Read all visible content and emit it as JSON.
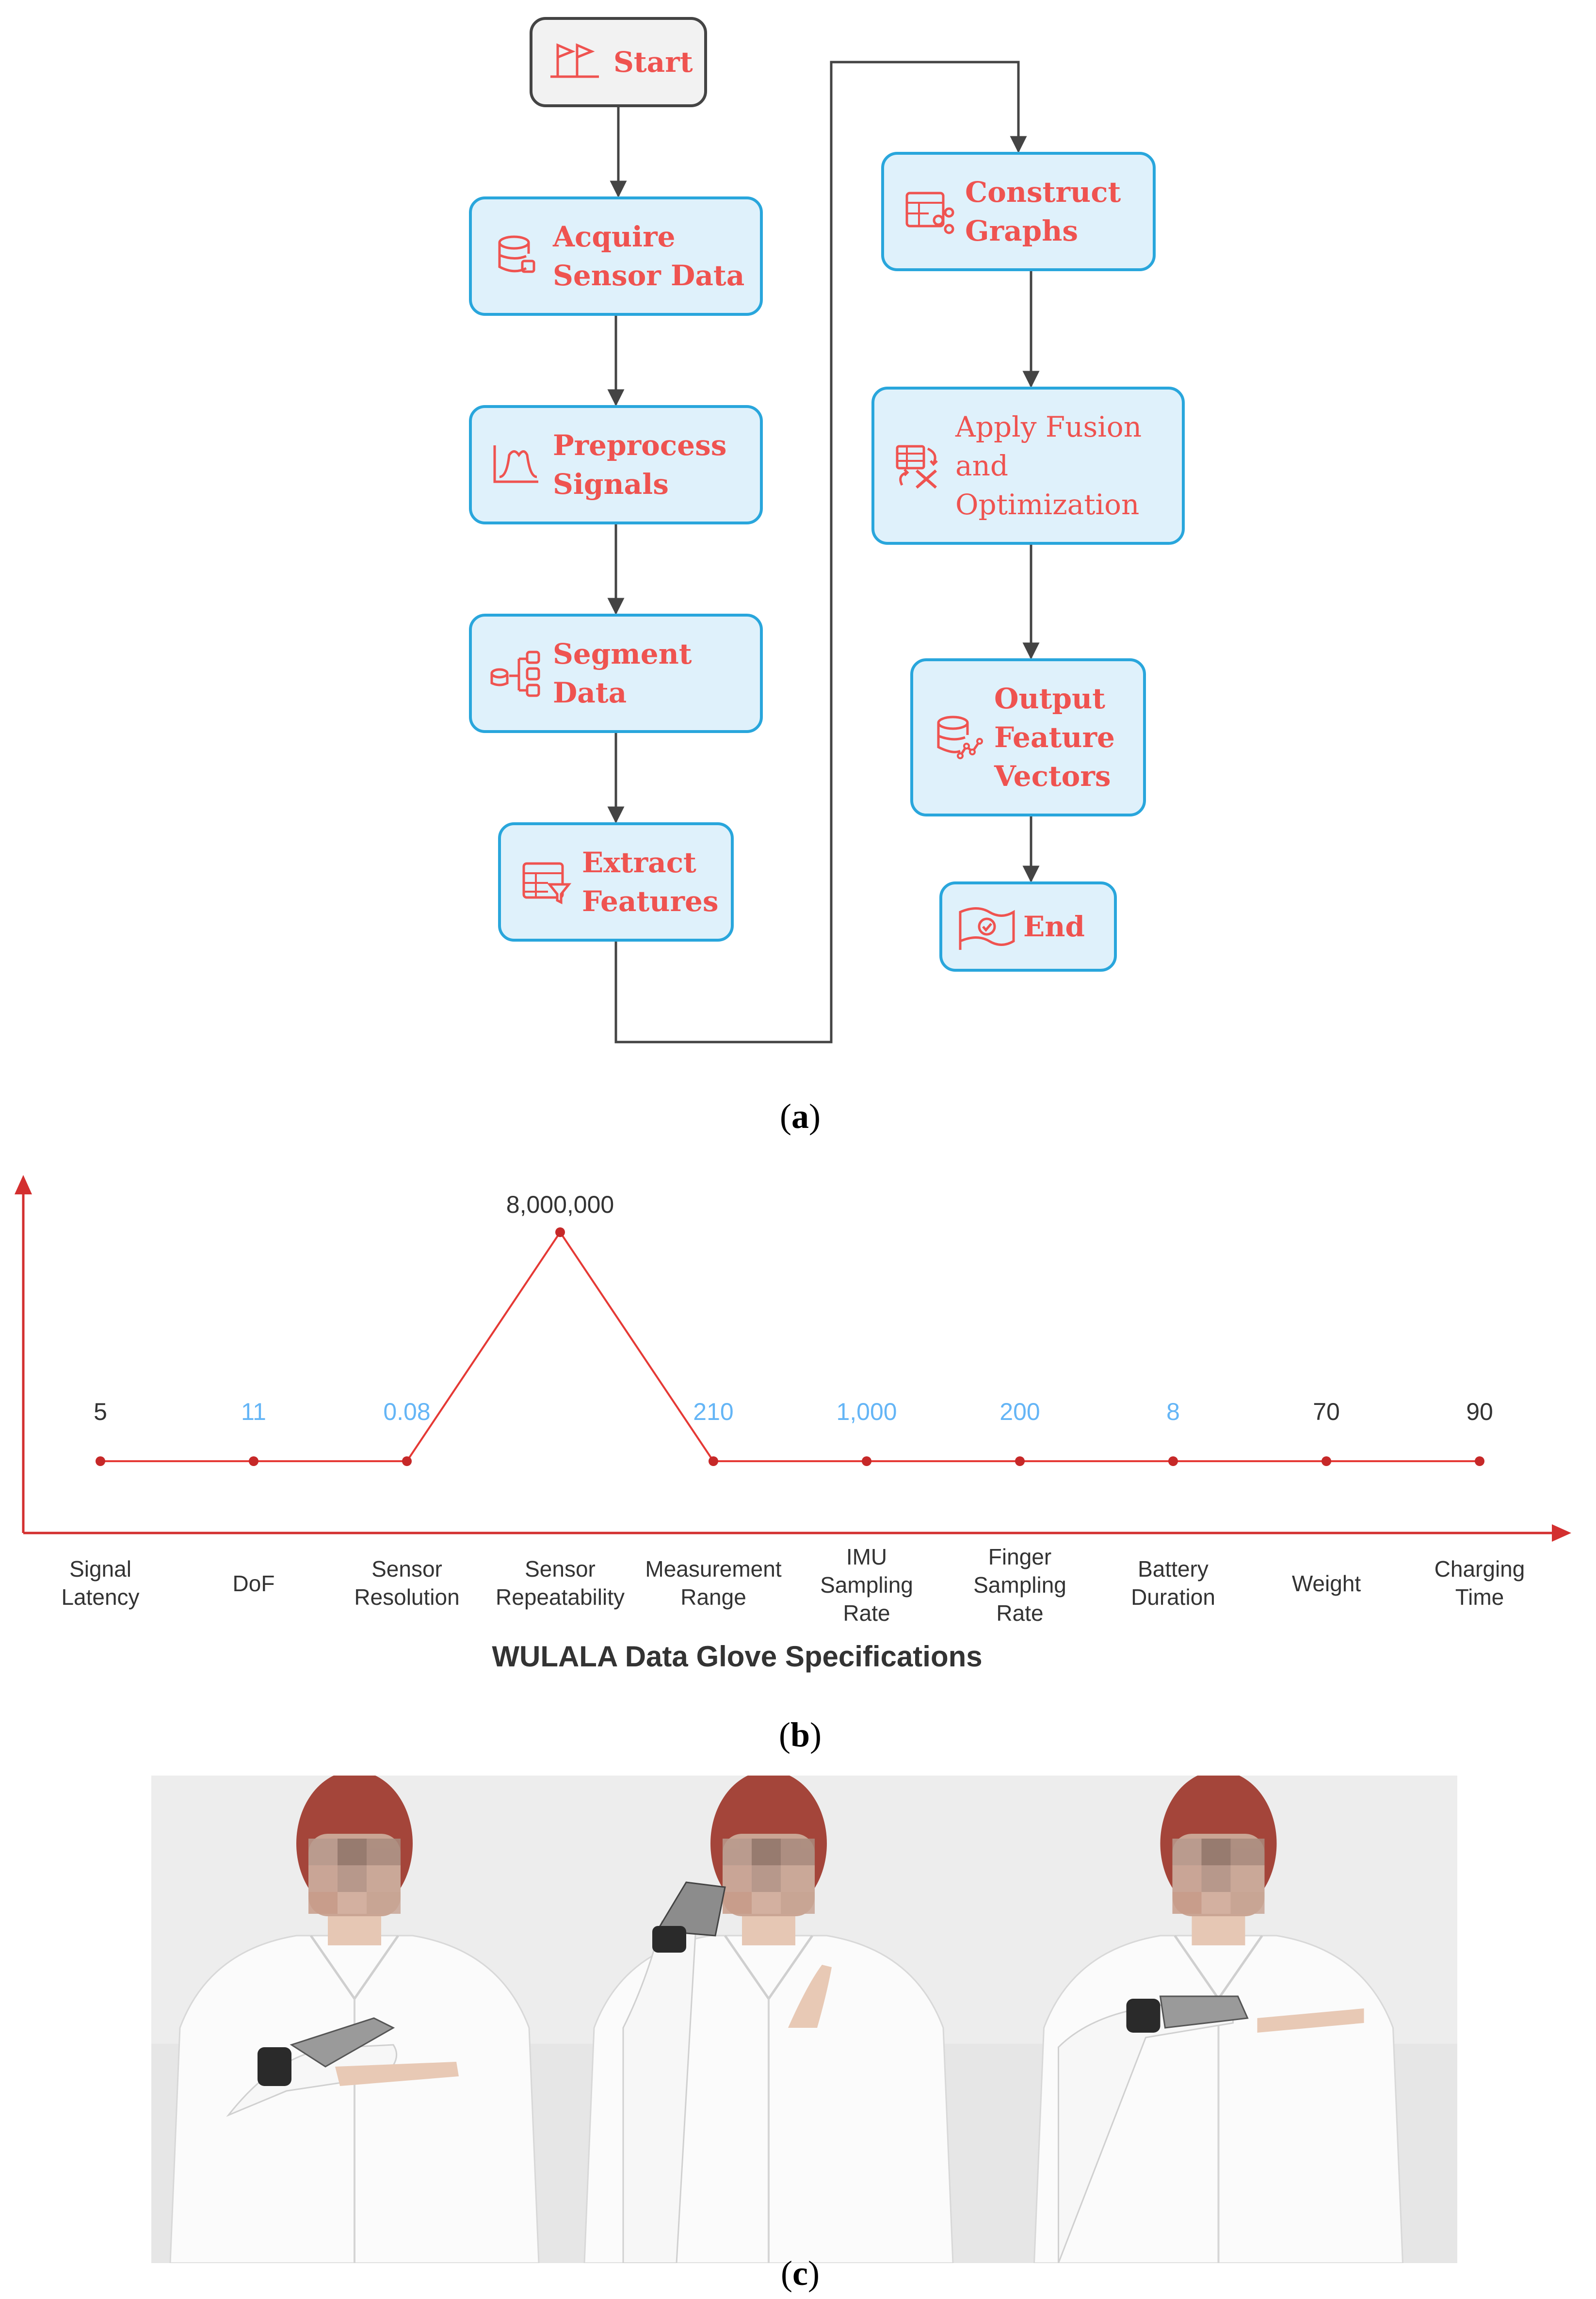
{
  "flowchart": {
    "nodes": [
      {
        "id": "start",
        "lines": [
          "Start"
        ],
        "icon": "flag-route-icon",
        "style": "terminal"
      },
      {
        "id": "acquire",
        "lines": [
          "Acquire",
          "Sensor Data"
        ],
        "icon": "database-icon",
        "style": "bold"
      },
      {
        "id": "preprocess",
        "lines": [
          "Preprocess",
          "Signals"
        ],
        "icon": "signal-chart-icon",
        "style": "bold"
      },
      {
        "id": "segment",
        "lines": [
          "Segment",
          "Data"
        ],
        "icon": "data-split-icon",
        "style": "bold"
      },
      {
        "id": "extract",
        "lines": [
          "Extract",
          "Features"
        ],
        "icon": "table-filter-icon",
        "style": "bold"
      },
      {
        "id": "construct",
        "lines": [
          "Construct",
          "Graphs"
        ],
        "icon": "table-graph-icon",
        "style": "bold"
      },
      {
        "id": "fusion",
        "lines": [
          "Apply Fusion",
          "and",
          "Optimization"
        ],
        "icon": "table-transform-icon",
        "style": "light"
      },
      {
        "id": "output",
        "lines": [
          "Output",
          "Feature",
          "Vectors"
        ],
        "icon": "database-chart-icon",
        "style": "bold"
      },
      {
        "id": "end",
        "lines": [
          "End"
        ],
        "icon": "flag-check-icon",
        "style": "bold"
      }
    ],
    "colors": {
      "box_fill": "#dff1fb",
      "box_stroke": "#29a6dc",
      "text": "#ef5350",
      "terminal_fill": "#f2f2f2",
      "terminal_stroke": "#444444",
      "arrow": "#444444"
    }
  },
  "panel_labels": {
    "a": "a",
    "b": "b",
    "c": "c"
  },
  "chart_data": {
    "type": "line",
    "title": "WULALA Data Glove Specifications",
    "categories": [
      [
        "Signal",
        "Latency"
      ],
      [
        "DoF"
      ],
      [
        "Sensor",
        "Resolution"
      ],
      [
        "Sensor",
        "Repeatability"
      ],
      [
        "Measurement",
        "Range"
      ],
      [
        "IMU",
        "Sampling",
        "Rate"
      ],
      [
        "Finger",
        "Sampling",
        "Rate"
      ],
      [
        "Battery",
        "Duration"
      ],
      [
        "Weight"
      ],
      [
        "Charging",
        "Time"
      ]
    ],
    "values": [
      5,
      11,
      0.08,
      8000000,
      210,
      1000,
      200,
      8,
      70,
      90
    ],
    "data_labels": [
      "5",
      "11",
      "0.08",
      "8,000,000",
      "210",
      "1,000",
      "200",
      "8",
      "70",
      "90"
    ],
    "label_colors": [
      "#333333",
      "#64b5f6",
      "#64b5f6",
      "#333333",
      "#64b5f6",
      "#64b5f6",
      "#64b5f6",
      "#64b5f6",
      "#333333",
      "#333333"
    ],
    "series_color": "#e53935",
    "axis_color": "#d32f2f",
    "grid": false
  },
  "photos": [
    {
      "pose": "flat hand across chest"
    },
    {
      "pose": "raised hand near face, index finger pointing"
    },
    {
      "pose": "both hands pointing, glove at chest"
    }
  ]
}
